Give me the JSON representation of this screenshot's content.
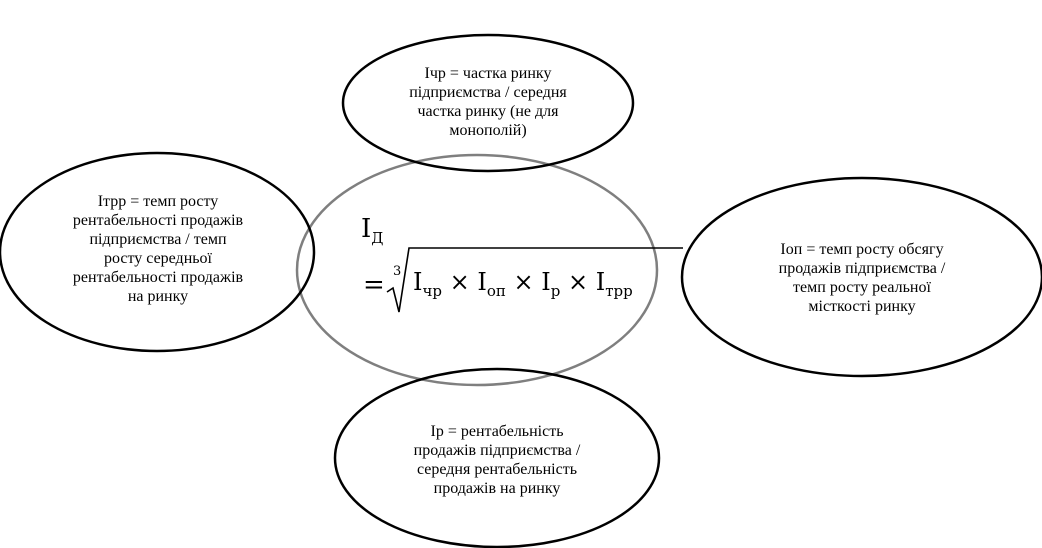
{
  "top_ellipse": {
    "text": "Ічр = частка ринку\nпідприємства / середня\nчастка ринку (не для\nмонополій)"
  },
  "left_ellipse": {
    "text": "Ітрр = темп росту\nрентабельності продажів\nпідприємства / темп\nросту   середньої\nрентабельності продажів\nна ринку"
  },
  "right_ellipse": {
    "text": "Іоп = темп росту обсягу\nпродажів підприємства /\nтемп росту реальної\nмісткості ринку"
  },
  "bottom_ellipse": {
    "text": "Ір = рентабельність\nпродажів підприємства /\nсередня рентабельність\nпродажів на ринку"
  },
  "formula": {
    "lhs_symbol": "I",
    "lhs_sub": "Д",
    "equals": "=",
    "root_index": "3",
    "t1": "I",
    "t1_sub": "чр",
    "op1": " × ",
    "t2": "I",
    "t2_sub": "оп",
    "op2": " × ",
    "t3": "I",
    "t3_sub": "р",
    "op3": " × ",
    "t4": "I",
    "t4_sub": "трр"
  },
  "colors": {
    "outline": "#000000",
    "center_outline": "#7f7f7f",
    "background": "#ffffff"
  }
}
